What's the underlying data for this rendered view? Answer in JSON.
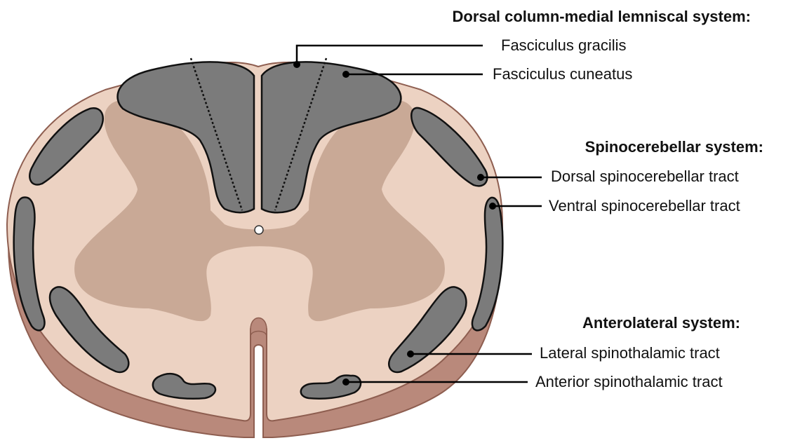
{
  "colors": {
    "outer_rim": "#b9897b",
    "white_matter": "#ecd2c2",
    "gray_matter": "#c9a996",
    "tract_fill": "#7b7b7b",
    "outline": "#111111",
    "leader_line": "#000000",
    "text": "#111111"
  },
  "groups": [
    {
      "header": "Dorsal column-medial lemniscal system:",
      "tracts": [
        "Fasciculus gracilis",
        "Fasciculus cuneatus"
      ]
    },
    {
      "header": "Spinocerebellar system:",
      "tracts": [
        "Dorsal spinocerebellar tract",
        "Ventral spinocerebellar tract"
      ]
    },
    {
      "header": "Anterolateral system:",
      "tracts": [
        "Lateral spinothalamic tract",
        "Anterior spinothalamic tract"
      ]
    }
  ]
}
